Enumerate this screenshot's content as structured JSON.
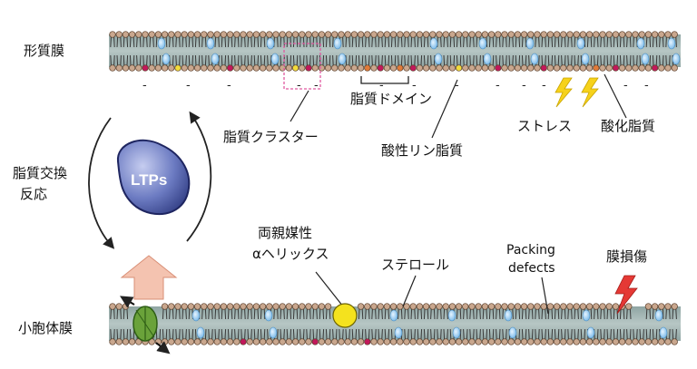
{
  "labels": {
    "plasma_membrane": "形質膜",
    "organelle_membrane": "小胞体膜",
    "lipid_exchange_1": "脂質交換",
    "lipid_exchange_2": "反応",
    "ltps": "LTPs",
    "lipid_cluster": "脂質クラスター",
    "lipid_domain": "脂質ドメイン",
    "acidic_phospholipid": "酸性リン脂質",
    "stress": "ストレス",
    "oxidized_lipid": "酸化脂質",
    "amphipathic_helix_1": "両親媒性",
    "amphipathic_helix_2": "αヘリックス",
    "sterol": "ステロール",
    "packing_defects_1": "Packing",
    "packing_defects_2": "defects",
    "membrane_damage": "膜損傷"
  },
  "colors": {
    "membrane_band": "#9fb2b0",
    "lipid_head": "#c9a78e",
    "sterol": "#8ec4ea",
    "acidic_lipid": "#c2185b",
    "oxidized_lipid": "#e07b39",
    "cluster_lipid": "#f2dc3c",
    "helix": "#f4e21e",
    "ltp": "#5f6fb0",
    "channel": "#6aa23a",
    "lightning_stress": "#f6d21b",
    "lightning_damage": "#e53935",
    "transfer_arrow": "#f4c3b0",
    "cluster_box": "#e05aa0"
  }
}
